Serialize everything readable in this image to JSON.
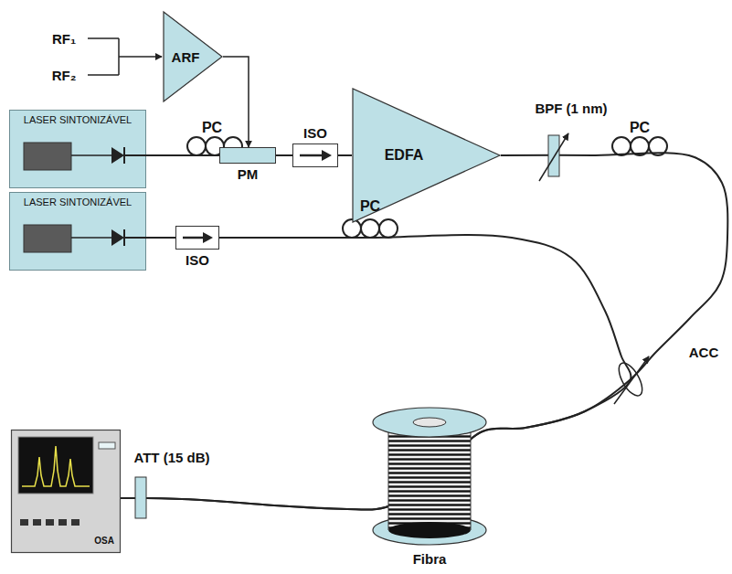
{
  "diagram": {
    "nodes": [
      {
        "text": [
          "ARF"
        ]
      },
      {
        "text": [
          "LASER SINTONIZÁVEL"
        ]
      },
      {
        "text": [
          "PM"
        ]
      },
      {
        "text": [
          "ISO"
        ]
      },
      {
        "text": [
          "EDFA"
        ]
      },
      {
        "text": [
          "LASER SINTONIZÁVEL"
        ]
      },
      {
        "text": [
          "ISO"
        ]
      },
      {
        "text": [
          "OSA"
        ]
      }
    ],
    "edges": [
      {
        "from": 0,
        "to": 2,
        "arrow": "to"
      },
      {
        "from": 1,
        "to": 2,
        "arrow": "none"
      },
      {
        "from": 2,
        "to": 3,
        "arrow": "none"
      },
      {
        "from": 3,
        "to": 4,
        "arrow": "none"
      },
      {
        "from": 4,
        "to": 7,
        "arrow": "none"
      },
      {
        "from": 5,
        "to": 6,
        "arrow": "none"
      },
      {
        "from": 6,
        "to": 7,
        "arrow": "none"
      }
    ],
    "labels": [
      "RF₁",
      "RF₂",
      "PC",
      "BPF (1 nm)",
      "PC",
      "PC",
      "ACC",
      "ATT (15 dB)",
      "Fibra"
    ]
  }
}
